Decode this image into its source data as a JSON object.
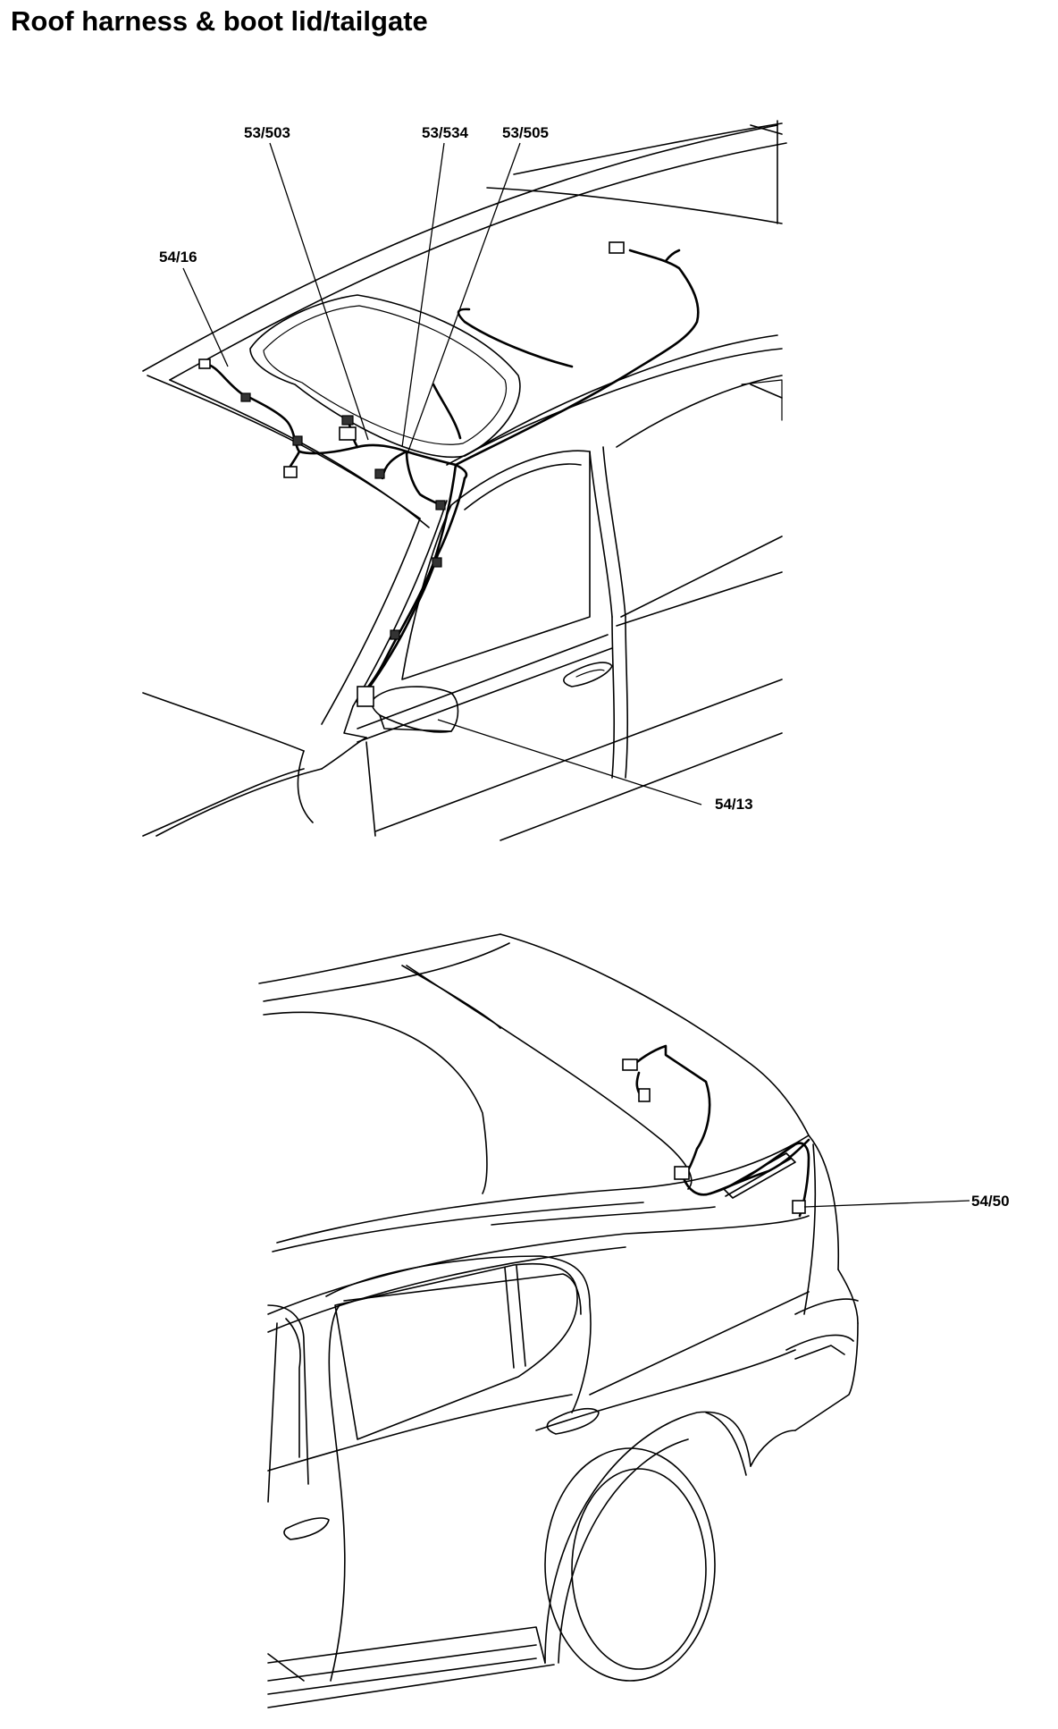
{
  "title": "Roof harness & boot lid/tailgate",
  "callouts": {
    "c53_503": "53/503",
    "c53_534": "53/534",
    "c53_505": "53/505",
    "c54_16": "54/16",
    "c54_13": "54/13",
    "c54_50": "54/50"
  }
}
